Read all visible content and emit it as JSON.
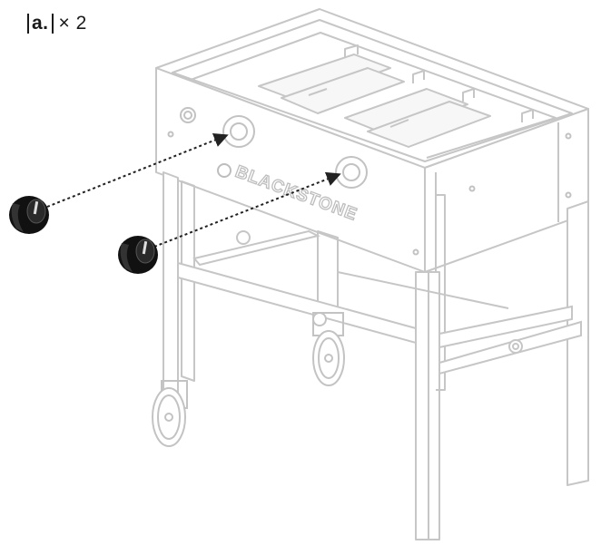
{
  "callout": {
    "letter": "a.",
    "quantity": "× 2"
  },
  "brand": {
    "text": "BLACKSTONE"
  },
  "colors": {
    "line": "#c9c9c9",
    "line_dark": "#a8a8a8",
    "knob": "#111111",
    "arrow": "#222222"
  }
}
